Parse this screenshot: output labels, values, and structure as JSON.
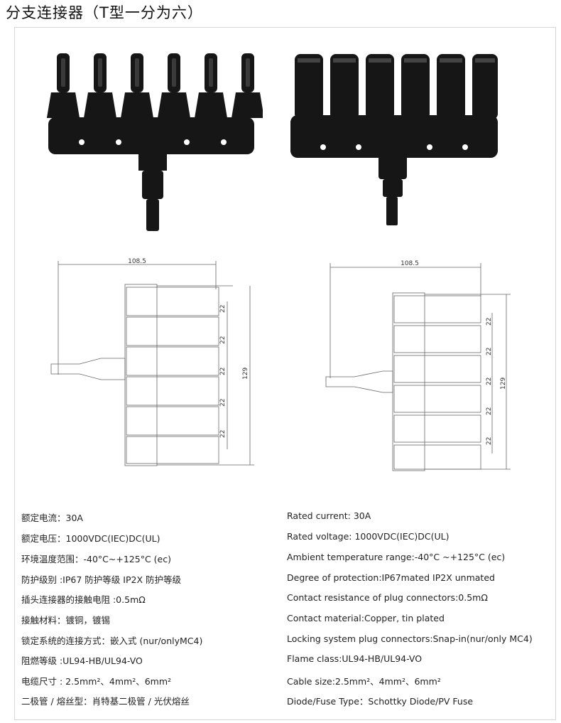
{
  "page": {
    "title": "分支连接器（T型一分为六）"
  },
  "drawings": {
    "left": {
      "width_label": "108.5",
      "pitch_labels": [
        "22",
        "22",
        "22",
        "22",
        "22"
      ],
      "height_label": "129"
    },
    "right": {
      "width_label": "108.5",
      "pitch_labels": [
        "22",
        "22",
        "22",
        "22",
        "22"
      ],
      "height_label": "129"
    }
  },
  "specs_cn": [
    "额定电流：30A",
    "额定电压：1000VDC(IEC)DC(UL)",
    "环境温度范围：-40°C~+125°C (ec)",
    "防护级别 :IP67 防护等级 IP2X 防护等级",
    "插头连接器的接触电阻 :0.5mΩ",
    "接触材料：镀铜，镀锡",
    "锁定系统的连接方式：嵌入式 (nur/onlyMC4)",
    "阻燃等级 :UL94-HB/UL94-VO",
    "电缆尺寸 : 2.5mm²、4mm²、6mm²",
    "二极管 / 熔丝型：肖特基二极管 / 光伏熔丝"
  ],
  "specs_en": [
    "Rated current: 30A",
    "Rated voltage: 1000VDC(IEC)DC(UL)",
    "Ambient temperature range:-40°C ~+125°C (ec)",
    "Degree of protection:IP67mated IP2X unmated",
    "Contact resistance of plug connectors:0.5mΩ",
    "Contact material:Copper, tin plated",
    "Locking system plug connectors:Snap-in(nur/only MC4)",
    "Flame class:UL94-HB/UL94-VO",
    "Cable size:2.5mm²、4mm²、6mm²",
    "Diode/Fuse Type：Schottky Diode/PV Fuse"
  ]
}
